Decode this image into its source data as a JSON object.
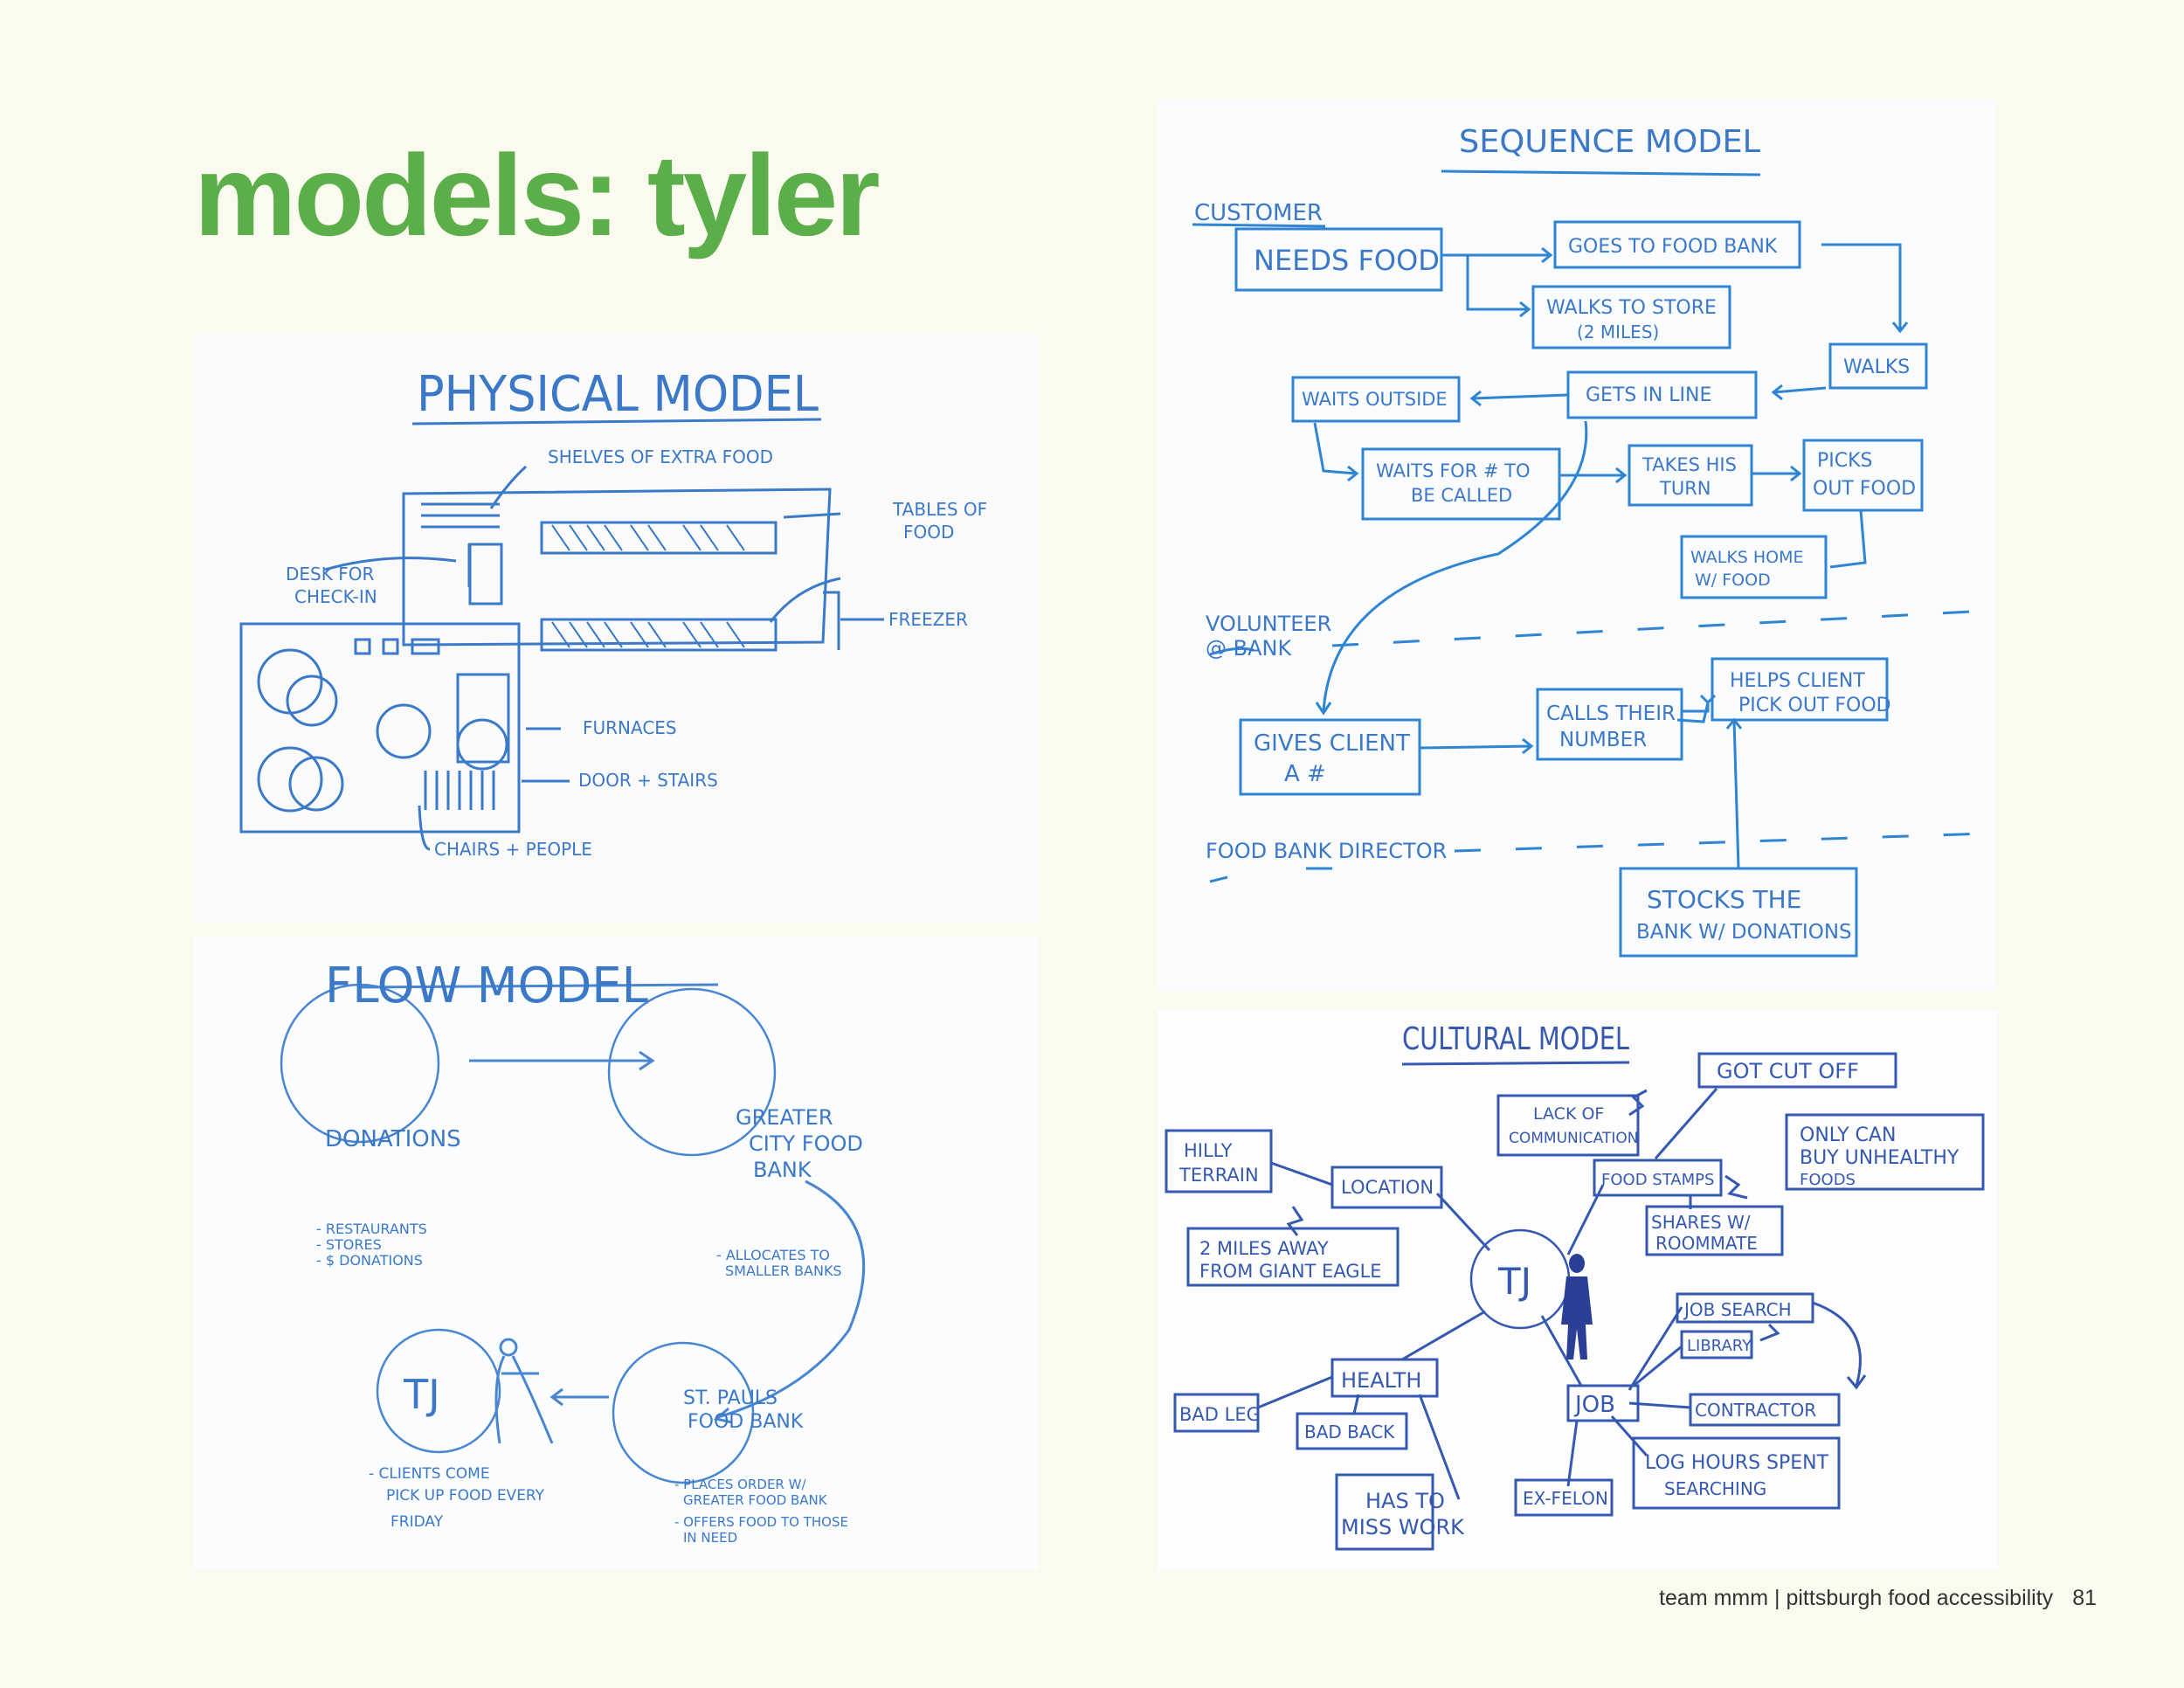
{
  "page": {
    "title": "models: tyler",
    "footer_text": "team mmm | pittsburgh food accessibility",
    "page_number": "81",
    "accent_color": "#5cae4b"
  },
  "physical_model": {
    "heading": "PHYSICAL MODEL",
    "labels": {
      "shelves": "SHELVES OF EXTRA FOOD",
      "tables": "TABLES OF",
      "tables2": "FOOD",
      "desk": "DESK FOR",
      "desk2": "CHECK-IN",
      "freezer": "FREEZER",
      "furnaces": "FURNACES",
      "door": "DOOR + STAIRS",
      "chairs": "CHAIRS + PEOPLE"
    }
  },
  "flow_model": {
    "heading": "FLOW MODEL",
    "donations": "DONATIONS",
    "donations_notes": [
      "- RESTAURANTS",
      "- STORES",
      "- $ DONATIONS"
    ],
    "greater_l1": "GREATER",
    "greater_l2": "CITY FOOD",
    "greater_l3": "BANK",
    "greater_notes": [
      "- ALLOCATES TO",
      "SMALLER BANKS"
    ],
    "stpauls_l1": "ST. PAULS",
    "stpauls_l2": "FOOD BANK",
    "stpauls_notes": [
      "- PLACES ORDER W/",
      "GREATER FOOD BANK",
      "- OFFERS FOOD TO THOSE",
      "IN NEED"
    ],
    "tj": "TJ",
    "tj_notes": [
      "- CLIENTS COME",
      "PICK UP FOOD EVERY",
      "FRIDAY"
    ]
  },
  "sequence_model": {
    "heading": "SEQUENCE MODEL",
    "lane_customer": "CUSTOMER",
    "lane_volunteer_1": "VOLUNTEER",
    "lane_volunteer_2": "@ BANK",
    "lane_director": "FOOD BANK DIRECTOR",
    "needs_food": "NEEDS FOOD",
    "goes_bank": "GOES TO FOOD BANK",
    "walks_store_1": "WALKS TO STORE",
    "walks_store_2": "(2 MILES)",
    "walks": "WALKS",
    "waits_outside": "WAITS OUTSIDE",
    "gets_in_line": "GETS IN LINE",
    "waits_for_1": "WAITS FOR # TO",
    "waits_for_2": "BE CALLED",
    "takes_turn_1": "TAKES HIS",
    "takes_turn_2": "TURN",
    "picks_1": "PICKS",
    "picks_2": "OUT FOOD",
    "walks_home_1": "WALKS HOME",
    "walks_home_2": "W/ FOOD",
    "gives_1": "GIVES CLIENT",
    "gives_2": "A #",
    "calls_1": "CALLS THEIR",
    "calls_2": "NUMBER",
    "helps_1": "HELPS CLIENT",
    "helps_2": "PICK OUT FOOD",
    "stocks_1": "STOCKS THE",
    "stocks_2": "BANK W/ DONATIONS"
  },
  "cultural_model": {
    "heading": "CULTURAL MODEL",
    "center": "TJ",
    "lack_1": "LACK OF",
    "lack_2": "COMMUNICATION",
    "got_cut_off": "GOT CUT OFF",
    "hilly_1": "HILLY",
    "hilly_2": "TERRAIN",
    "location": "LOCATION",
    "food_stamps": "FOOD STAMPS",
    "only_1": "ONLY CAN",
    "only_2": "BUY UNHEALTHY",
    "only_3": "FOODS",
    "miles_1": "2 MILES AWAY",
    "miles_2": "FROM GIANT EAGLE",
    "shares_1": "SHARES W/",
    "shares_2": "ROOMMATE",
    "job_search": "JOB SEARCH",
    "library": "LIBRARY",
    "health": "HEALTH",
    "bad_leg": "BAD LEG",
    "bad_back": "BAD BACK",
    "job": "JOB",
    "contractor": "CONTRACTOR",
    "log_1": "LOG HOURS SPENT",
    "log_2": "SEARCHING",
    "has_1": "HAS TO",
    "has_2": "MISS WORK",
    "ex_felon": "EX-FELON"
  }
}
